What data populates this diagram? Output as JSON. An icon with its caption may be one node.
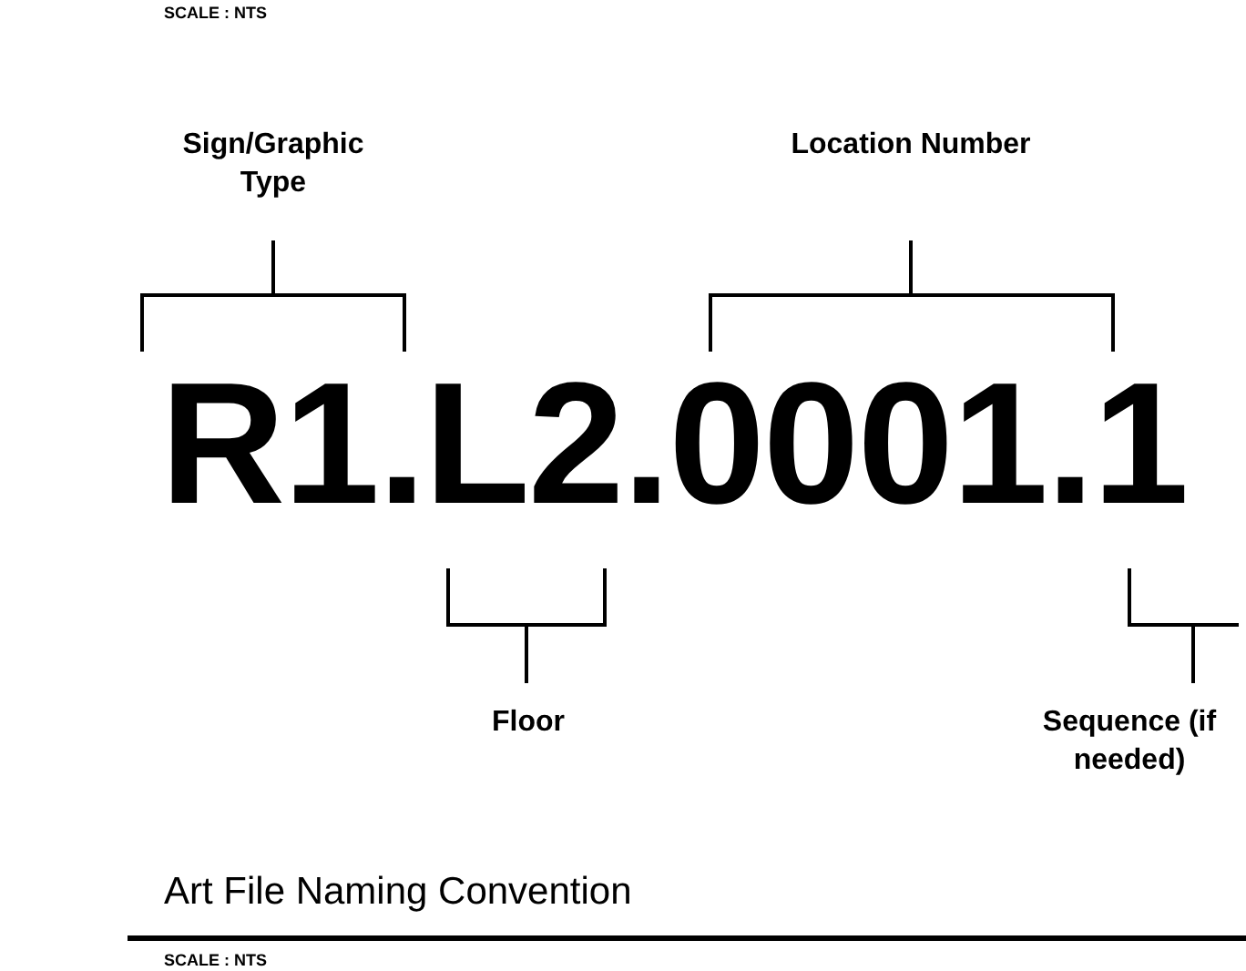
{
  "diagram": {
    "title": "Art File Naming Convention",
    "labels": [
      "SCALE : NTS",
      "Sign/Graphic Type",
      "Location Number",
      "R1.L2.0001.1",
      "Floor",
      "Sequence (if needed)",
      "SCALE : NTS"
    ]
  }
}
